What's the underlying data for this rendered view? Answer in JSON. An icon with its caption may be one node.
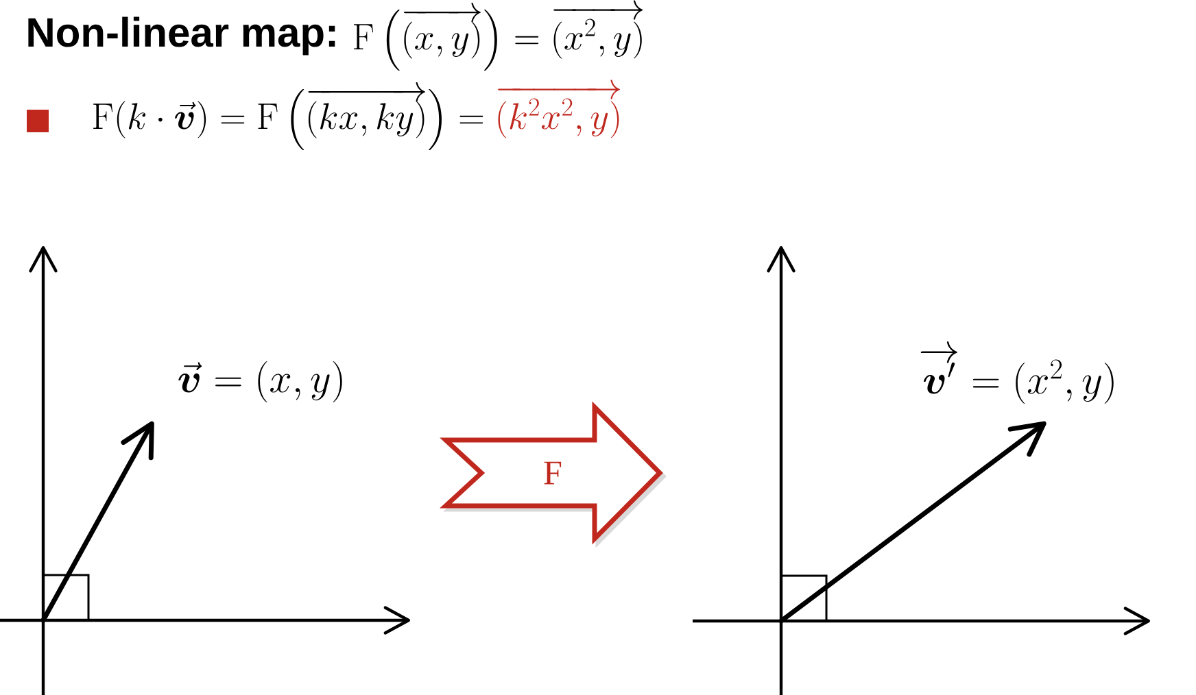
{
  "diagram": {
    "title": "Non-linear map:",
    "nodes": [
      {
        "text": [
          "F"
        ]
      }
    ],
    "labels": [
      "\\mathrm{F}\\left(\\overrightarrow{(x,y)}\\right)=\\overrightarrow{(x^{2},y)}",
      "\\mathrm{F}(k\\cdot\\vec{\\boldsymbol{v}})=\\mathrm{F}\\left(\\overrightarrow{(kx,ky)}\\right)=",
      "\\overrightarrow{(k^{2}x^{2},y)}",
      "\\vec{\\boldsymbol{v}}=(x,y)",
      "\\overrightarrow{\\boldsymbol{v}'}=(x^{2},y)"
    ]
  }
}
